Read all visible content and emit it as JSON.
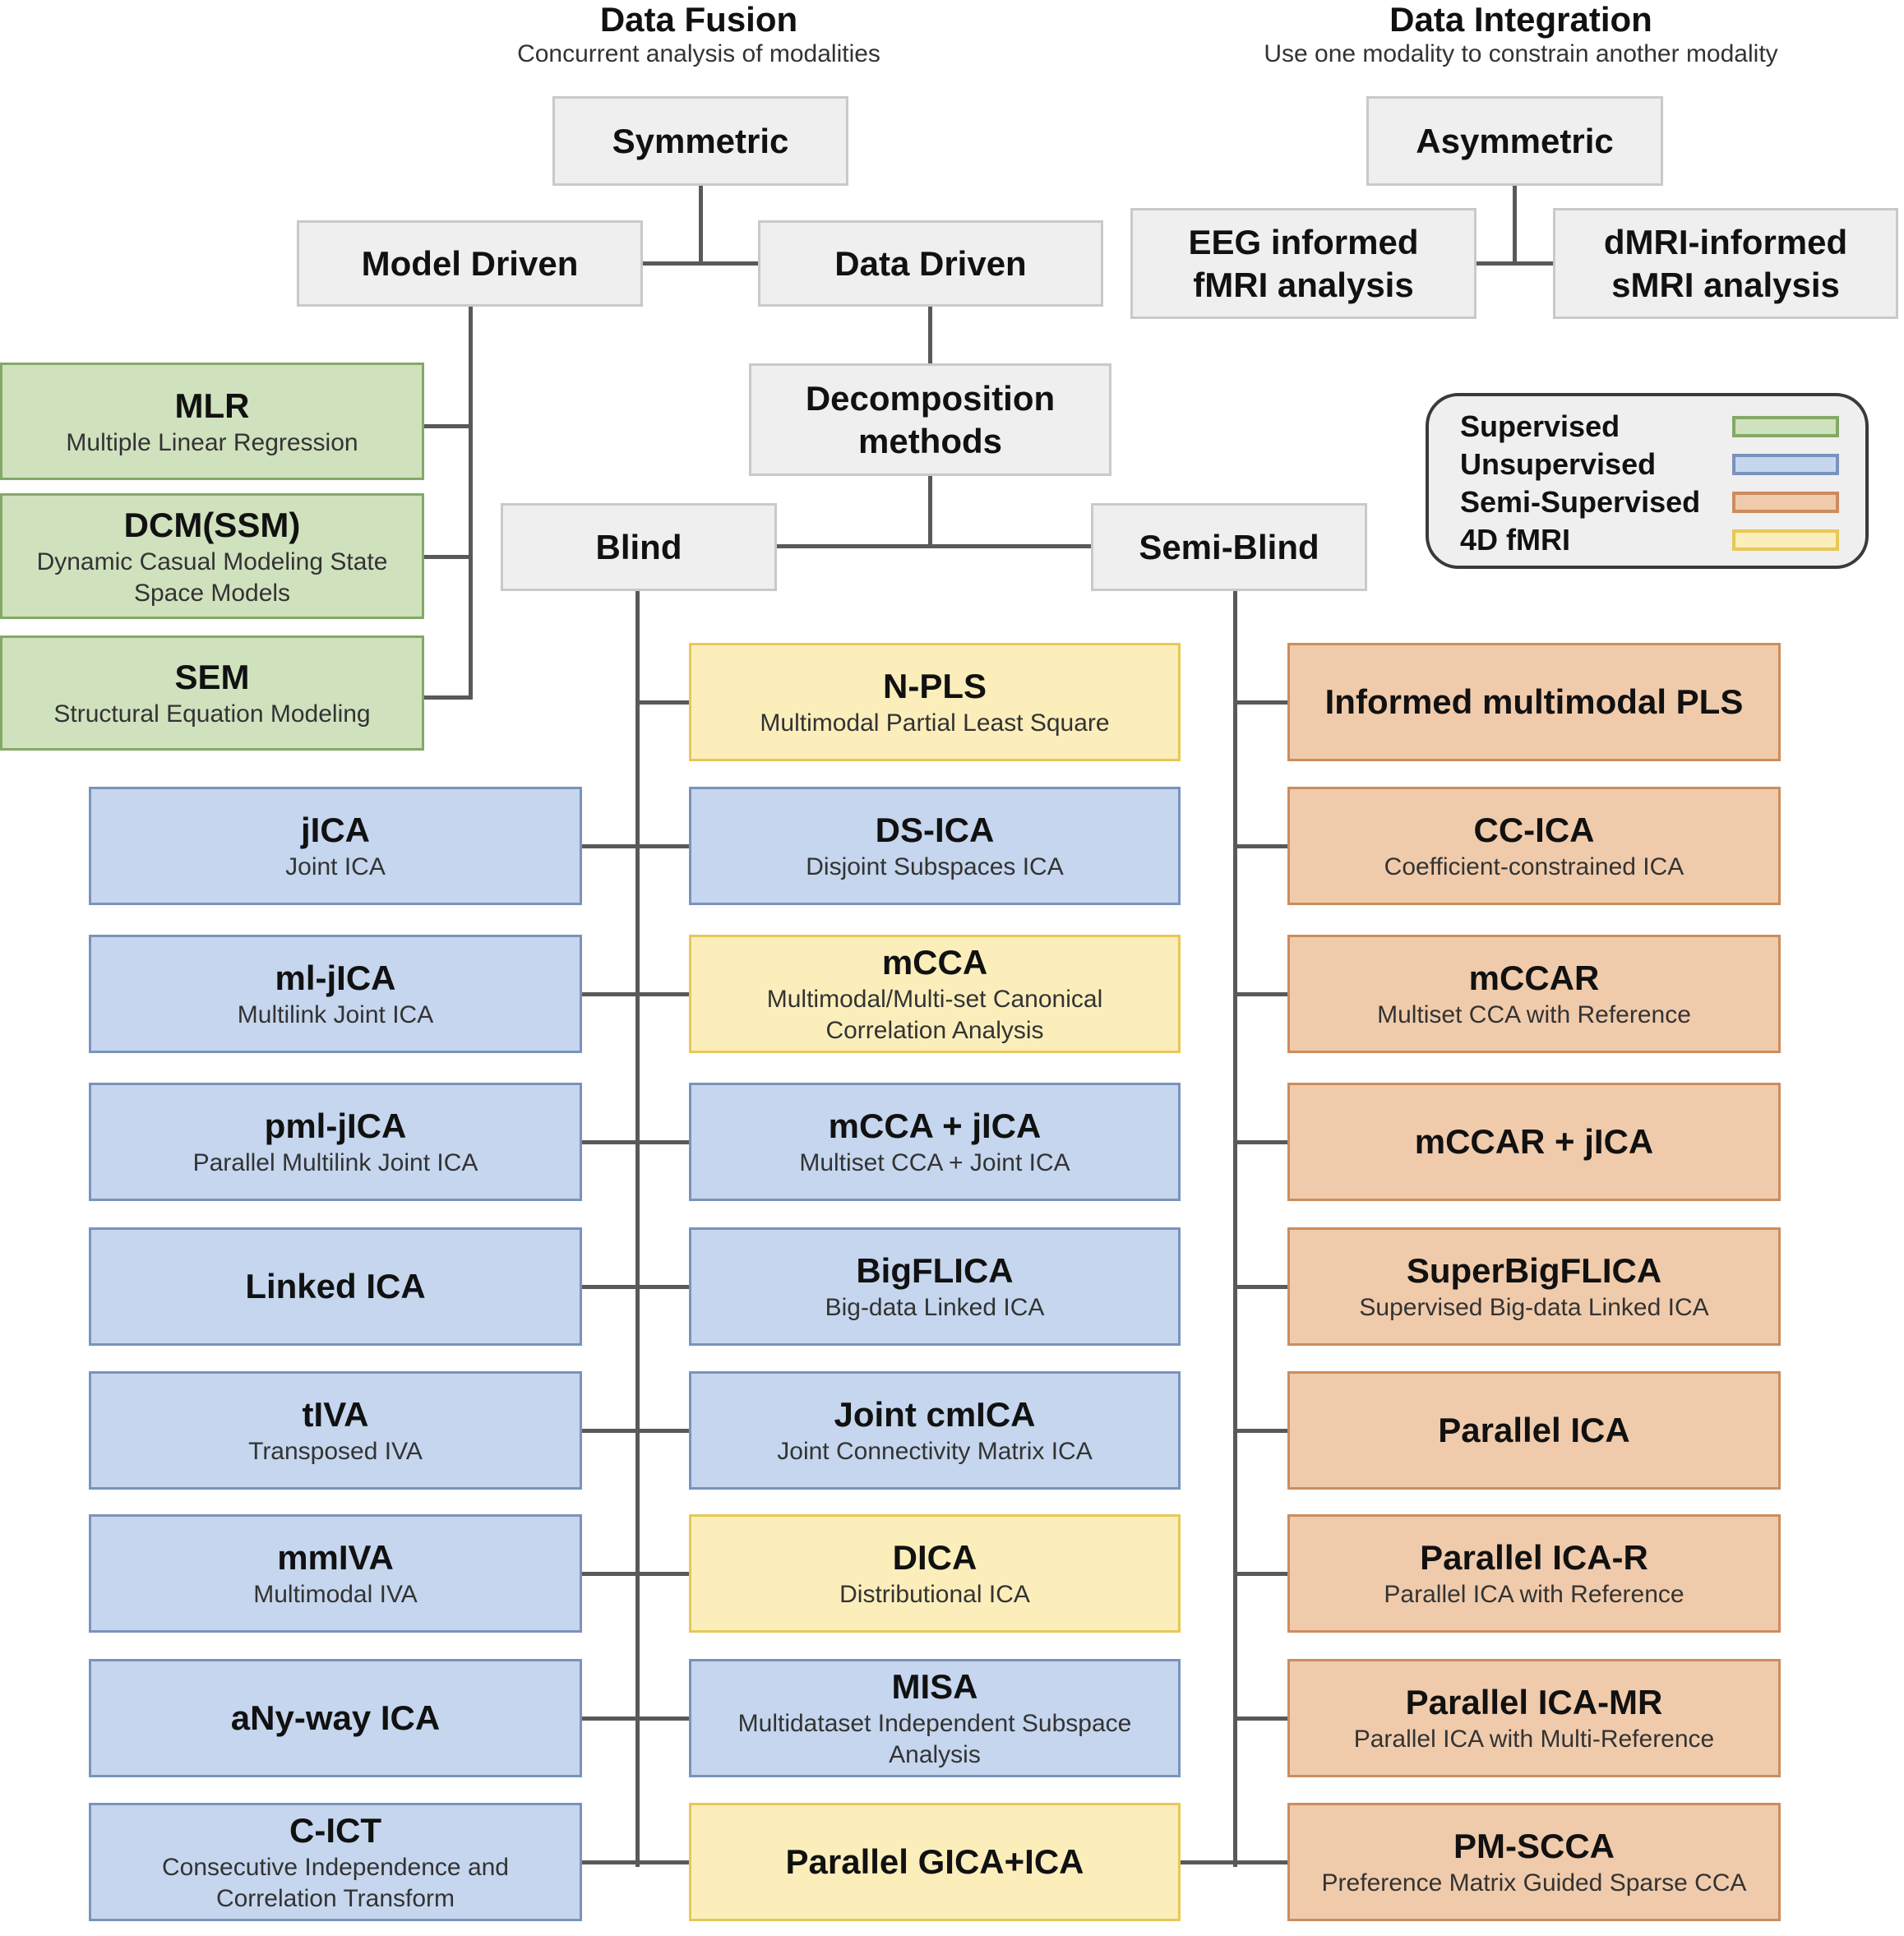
{
  "headings": {
    "fusion": {
      "title": "Data Fusion",
      "subtitle": "Concurrent analysis of modalities"
    },
    "integration": {
      "title": "Data Integration",
      "subtitle": "Use one modality to constrain another modality"
    }
  },
  "nodes": {
    "symmetric": "Symmetric",
    "model_driven": "Model Driven",
    "data_driven": "Data Driven",
    "asymmetric": "Asymmetric",
    "eeg_informed": "EEG informed fMRI analysis",
    "dmri_informed": "dMRI-informed sMRI analysis",
    "decomposition": "Decomposition methods",
    "blind": "Blind",
    "semi_blind": "Semi-Blind"
  },
  "legend": {
    "items": [
      {
        "label": "Supervised",
        "color": "#d0e1be",
        "border": "#84a966"
      },
      {
        "label": "Unsupervised",
        "color": "#c5d6ee",
        "border": "#7a93bb"
      },
      {
        "label": "Semi-Supervised",
        "color": "#f0cbab",
        "border": "#cd8c5d"
      },
      {
        "label": "4D fMRI",
        "color": "#fbeebb",
        "border": "#e8c755"
      }
    ]
  },
  "model_driven_methods": [
    {
      "name": "MLR",
      "desc": "Multiple Linear Regression"
    },
    {
      "name": "DCM(SSM)",
      "desc": "Dynamic Casual Modeling State Space Models"
    },
    {
      "name": "SEM",
      "desc": "Structural Equation Modeling"
    }
  ],
  "blind_left": [
    {
      "name": "",
      "desc": "",
      "category": "none"
    },
    {
      "name": "jICA",
      "desc": "Joint ICA",
      "category": "unsupervised"
    },
    {
      "name": "ml-jICA",
      "desc": "Multilink Joint ICA",
      "category": "unsupervised"
    },
    {
      "name": "pml-jICA",
      "desc": "Parallel Multilink Joint ICA",
      "category": "unsupervised"
    },
    {
      "name": "Linked ICA",
      "desc": "",
      "category": "unsupervised"
    },
    {
      "name": "tIVA",
      "desc": "Transposed IVA",
      "category": "unsupervised"
    },
    {
      "name": "mmIVA",
      "desc": "Multimodal IVA",
      "category": "unsupervised"
    },
    {
      "name": "aNy-way ICA",
      "desc": "",
      "category": "unsupervised"
    },
    {
      "name": "C-ICT",
      "desc": "Consecutive Independence and Correlation Transform",
      "category": "unsupervised"
    }
  ],
  "blind_right": [
    {
      "name": "N-PLS",
      "desc": "Multimodal Partial Least Square",
      "category": "4d"
    },
    {
      "name": "DS-ICA",
      "desc": "Disjoint Subspaces ICA",
      "category": "unsupervised"
    },
    {
      "name": "mCCA",
      "desc": "Multimodal/Multi-set Canonical Correlation Analysis",
      "category": "4d"
    },
    {
      "name": "mCCA + jICA",
      "desc": "Multiset CCA + Joint ICA",
      "category": "unsupervised"
    },
    {
      "name": "BigFLICA",
      "desc": "Big-data Linked ICA",
      "category": "unsupervised"
    },
    {
      "name": "Joint cmICA",
      "desc": "Joint Connectivity Matrix ICA",
      "category": "unsupervised"
    },
    {
      "name": "DICA",
      "desc": "Distributional ICA",
      "category": "4d"
    },
    {
      "name": "MISA",
      "desc": "Multidataset Independent Subspace Analysis",
      "category": "unsupervised"
    },
    {
      "name": "Parallel GICA+ICA",
      "desc": "",
      "category": "4d"
    }
  ],
  "semi_blind": [
    {
      "name": "Informed multimodal PLS",
      "desc": "",
      "category": "semi"
    },
    {
      "name": "CC-ICA",
      "desc": "Coefficient-constrained ICA",
      "category": "semi"
    },
    {
      "name": "mCCAR",
      "desc": "Multiset CCA with Reference",
      "category": "semi"
    },
    {
      "name": "mCCAR + jICA",
      "desc": "",
      "category": "semi"
    },
    {
      "name": "SuperBigFLICA",
      "desc": "Supervised Big-data Linked ICA",
      "category": "semi"
    },
    {
      "name": "Parallel ICA",
      "desc": "",
      "category": "semi"
    },
    {
      "name": "Parallel ICA-R",
      "desc": "Parallel ICA with Reference",
      "category": "semi"
    },
    {
      "name": "Parallel ICA-MR",
      "desc": "Parallel ICA with Multi-Reference",
      "category": "semi"
    },
    {
      "name": "PM-SCCA",
      "desc": "Preference Matrix Guided Sparse CCA",
      "category": "semi"
    }
  ]
}
